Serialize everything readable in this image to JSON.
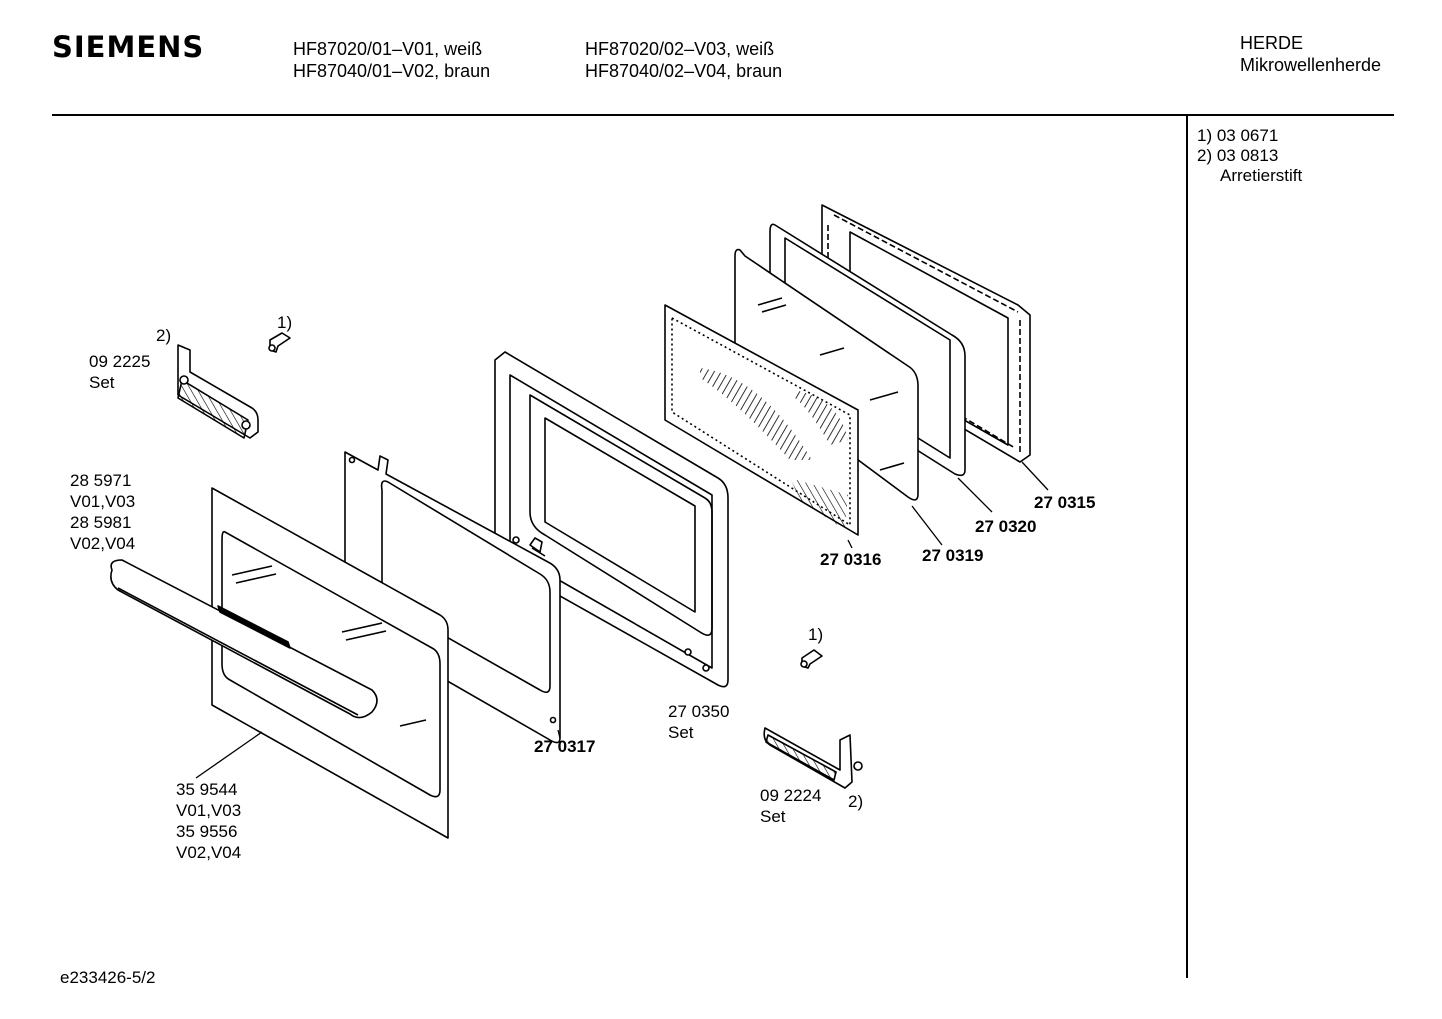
{
  "header": {
    "brand": "SIEMENS",
    "models_col1": [
      "HF87020/01–V01, weiß",
      "HF87040/01–V02, braun"
    ],
    "models_col2": [
      "HF87020/02–V03, weiß",
      "HF87040/02–V04, braun"
    ],
    "category": [
      "HERDE",
      "Mikrowellenherde"
    ]
  },
  "notes": {
    "line1": "1)  03 0671",
    "line2": "2)  03 0813",
    "line3": "Arretierstift"
  },
  "labels": {
    "hinge_left_ref": "2)",
    "hinge_left_part": "09 2225",
    "hinge_left_set": "Set",
    "pin_top_ref": "1)",
    "handle_a": "28 5971",
    "handle_a_var": "V01,V03",
    "handle_b": "28 5981",
    "handle_b_var": "V02,V04",
    "outer_door_a": "35 9544",
    "outer_door_a_var": "V01,V03",
    "outer_door_b": "35 9556",
    "outer_door_b_var": "V02,V04",
    "inner_glass": "27 0317",
    "door_frame": "27 0350",
    "door_frame_set": "Set",
    "mesh_panel": "27 0316",
    "glass_pane": "27 0319",
    "seal_frame": "27 0320",
    "choke_frame": "27 0315",
    "pin_bottom_ref": "1)",
    "hinge_right_part": "09 2224",
    "hinge_right_ref": "2)",
    "hinge_right_set": "Set"
  },
  "footer": {
    "doc_id": "e233426-5/2"
  }
}
